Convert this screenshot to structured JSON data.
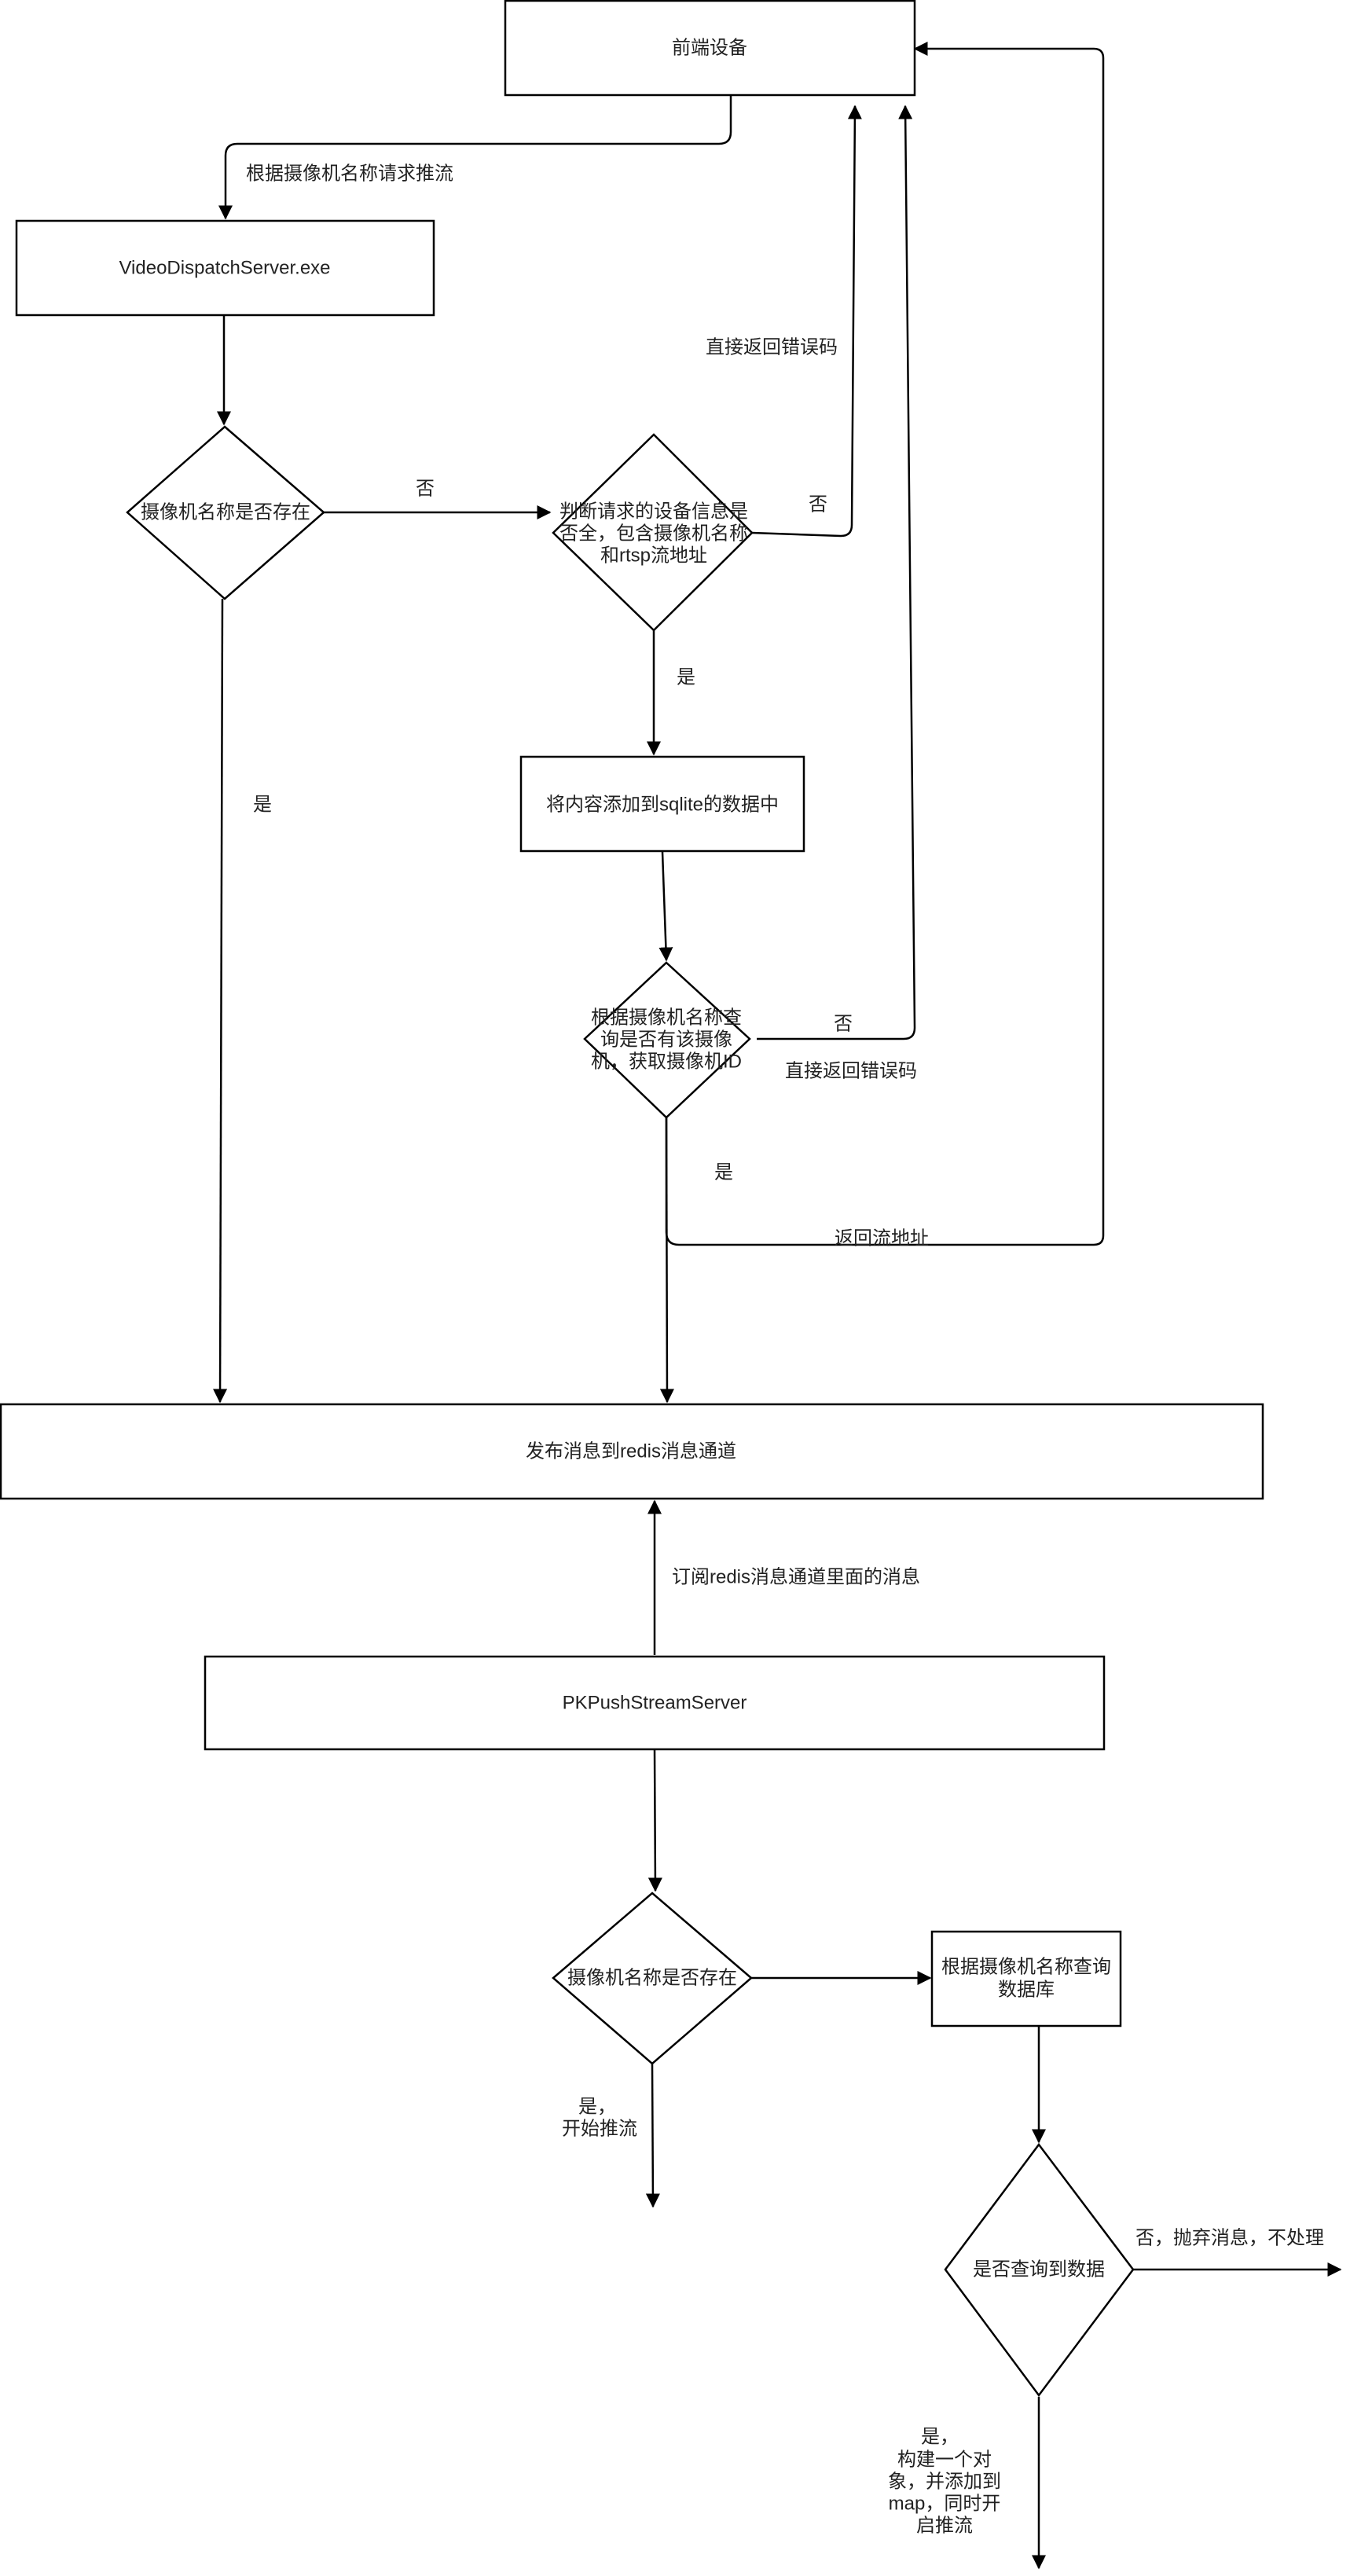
{
  "diagram": {
    "nodes": {
      "front_device": "前端设备",
      "video_dispatch_server": "VideoDispatchServer.exe",
      "camera_exists_1": "摄像机名称是否存在",
      "check_request_info": [
        "判断请求的设备信息是",
        "否全，包含摄像机名称",
        "和rtsp流地址"
      ],
      "add_to_sqlite": "将内容添加到sqlite的数据中",
      "query_camera_by_name": [
        "根据摄像机名称查",
        "询是否有该摄像",
        "机，获取摄像机ID"
      ],
      "publish_redis": "发布消息到redis消息通道",
      "pk_push_stream_server": "PKPushStreamServer",
      "camera_exists_2": "摄像机名称是否存在",
      "query_db_by_name": [
        "根据摄像机名称查询",
        "数据库"
      ],
      "data_found": "是否查询到数据"
    },
    "edge_labels": {
      "request_push_by_name": "根据摄像机名称请求推流",
      "no_1": "否",
      "yes_1": "是",
      "return_error_1": "直接返回错误码",
      "no_2": "否",
      "yes_2": "是",
      "no_3": "否",
      "return_error_2": "直接返回错误码",
      "yes_3": "是",
      "return_stream_url": "返回流地址",
      "subscribe_redis": "订阅redis消息通道里面的消息",
      "yes_start_push": [
        "是，",
        "开始推流"
      ],
      "no_discard": "否，抛弃消息，不处理",
      "yes_build_object": [
        "是，",
        "构建一个对",
        "象，并添加到",
        "map，同时开",
        "启推流"
      ]
    }
  }
}
